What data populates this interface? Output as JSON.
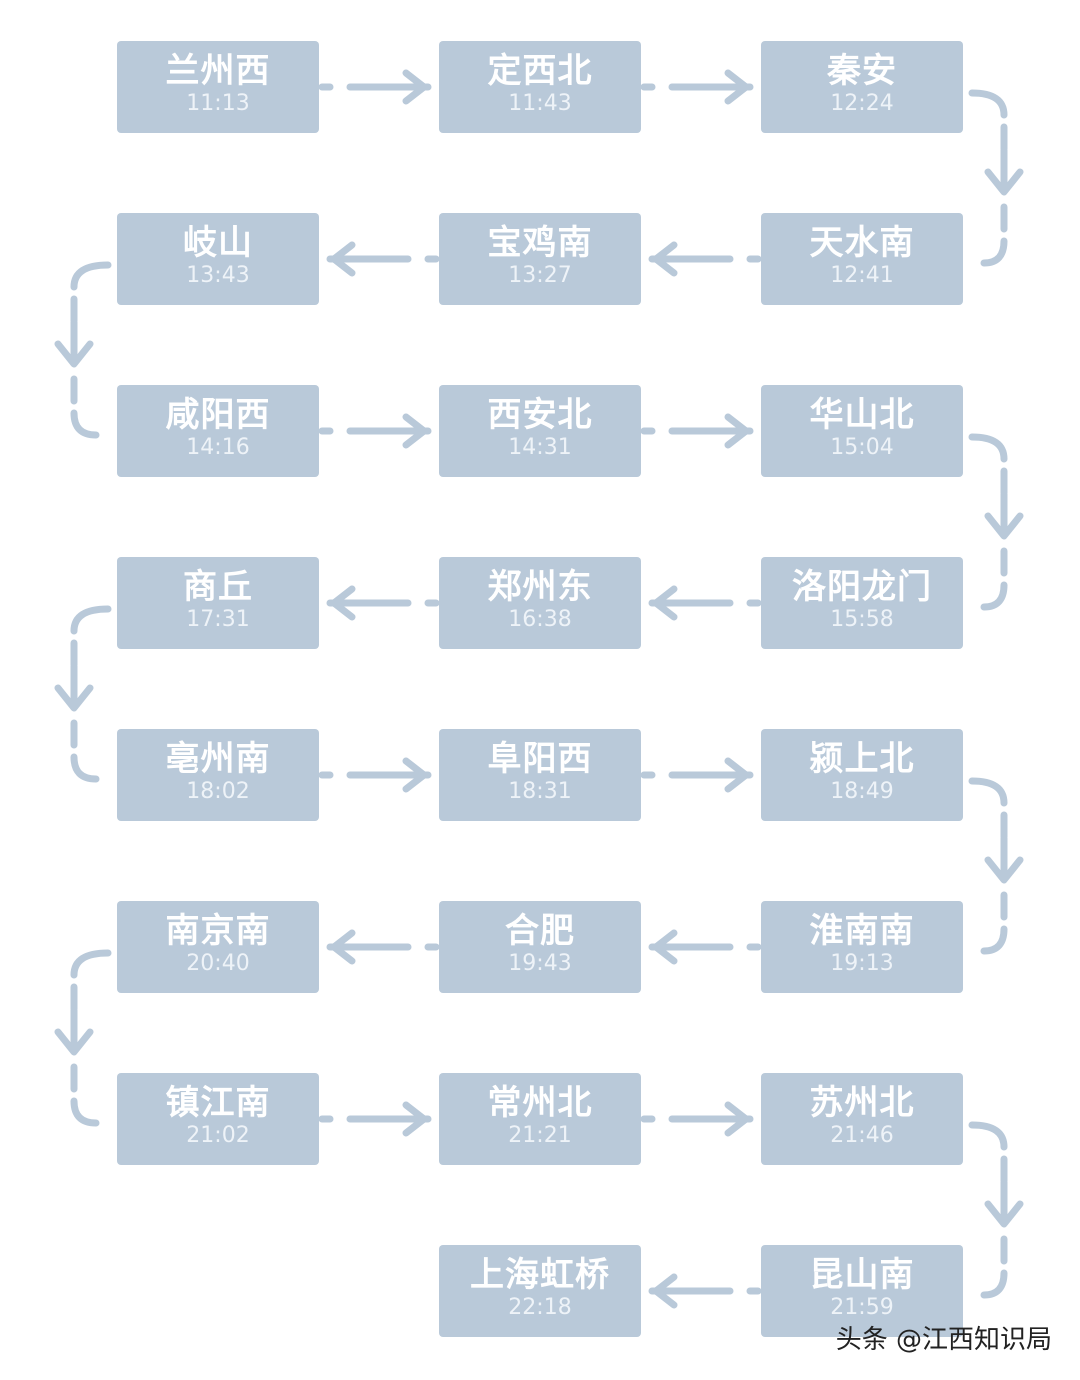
{
  "colors": {
    "box": "#b9c9d9",
    "connector": "#b9c9d9",
    "text": "#ffffff"
  },
  "stations": [
    {
      "name": "兰州西",
      "time": "11:13"
    },
    {
      "name": "定西北",
      "time": "11:43"
    },
    {
      "name": "秦安",
      "time": "12:24"
    },
    {
      "name": "天水南",
      "time": "12:41"
    },
    {
      "name": "宝鸡南",
      "time": "13:27"
    },
    {
      "name": "岐山",
      "time": "13:43"
    },
    {
      "name": "咸阳西",
      "time": "14:16"
    },
    {
      "name": "西安北",
      "time": "14:31"
    },
    {
      "name": "华山北",
      "time": "15:04"
    },
    {
      "name": "洛阳龙门",
      "time": "15:58"
    },
    {
      "name": "郑州东",
      "time": "16:38"
    },
    {
      "name": "商丘",
      "time": "17:31"
    },
    {
      "name": "亳州南",
      "time": "18:02"
    },
    {
      "name": "阜阳西",
      "time": "18:31"
    },
    {
      "name": "颍上北",
      "time": "18:49"
    },
    {
      "name": "淮南南",
      "time": "19:13"
    },
    {
      "name": "合肥",
      "time": "19:43"
    },
    {
      "name": "南京南",
      "time": "20:40"
    },
    {
      "name": "镇江南",
      "time": "21:02"
    },
    {
      "name": "常州北",
      "time": "21:21"
    },
    {
      "name": "苏州北",
      "time": "21:46"
    },
    {
      "name": "昆山南",
      "time": "21:59"
    },
    {
      "name": "上海虹桥",
      "time": "22:18"
    }
  ],
  "watermark": "头条 @江西知识局"
}
